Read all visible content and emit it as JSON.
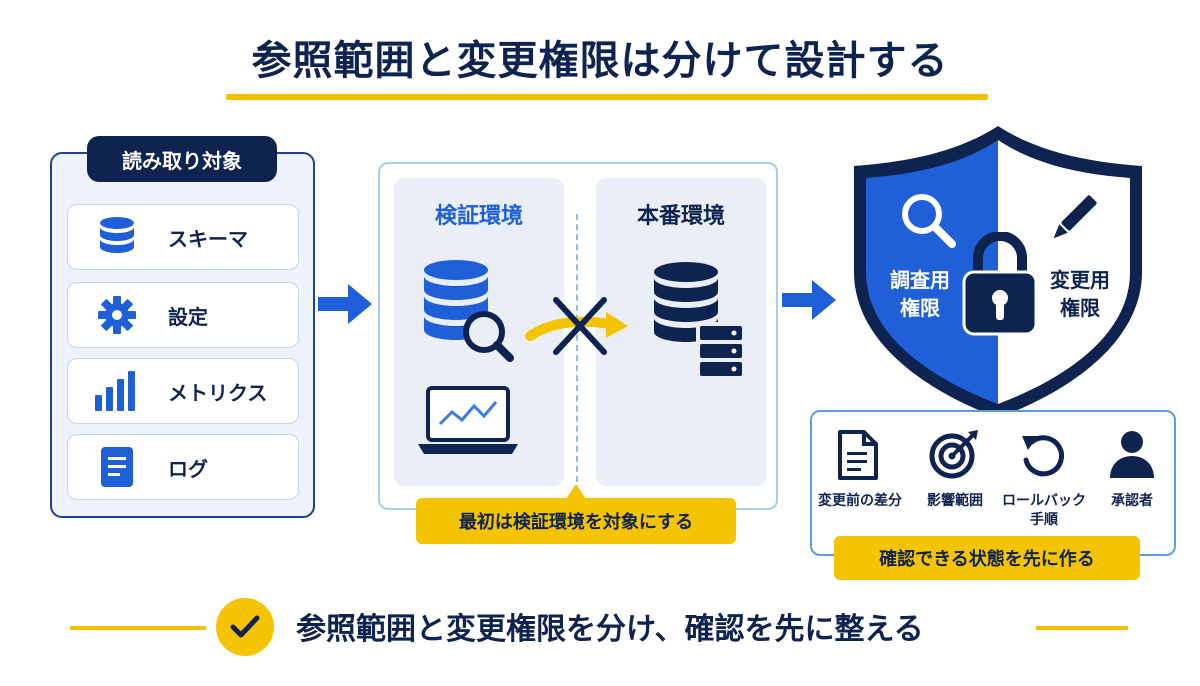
{
  "title": "参照範囲と変更権限は分けて設計する",
  "read_targets": {
    "heading": "読み取り対象",
    "items": [
      {
        "label": "スキーマ",
        "icon": "database-icon"
      },
      {
        "label": "設定",
        "icon": "gear-icon"
      },
      {
        "label": "メトリクス",
        "icon": "bar-chart-icon"
      },
      {
        "label": "ログ",
        "icon": "document-icon"
      }
    ]
  },
  "environments": {
    "verification": "検証環境",
    "production": "本番環境",
    "callout": "最初は検証環境を対象にする"
  },
  "permissions": {
    "investigate": "調査用\n権限",
    "change": "変更用\n権限",
    "checks": [
      {
        "label": "変更前の差分",
        "icon": "document-icon"
      },
      {
        "label": "影響範囲",
        "icon": "target-icon"
      },
      {
        "label": "ロールバック\n手順",
        "icon": "rollback-icon"
      },
      {
        "label": "承認者",
        "icon": "user-icon"
      }
    ],
    "callout": "確認できる状態を先に作る"
  },
  "summary": "参照範囲と変更権限を分け、確認を先に整える",
  "colors": {
    "navy": "#0f2350",
    "blue": "#1f5fd8",
    "yellow": "#f5c400"
  }
}
